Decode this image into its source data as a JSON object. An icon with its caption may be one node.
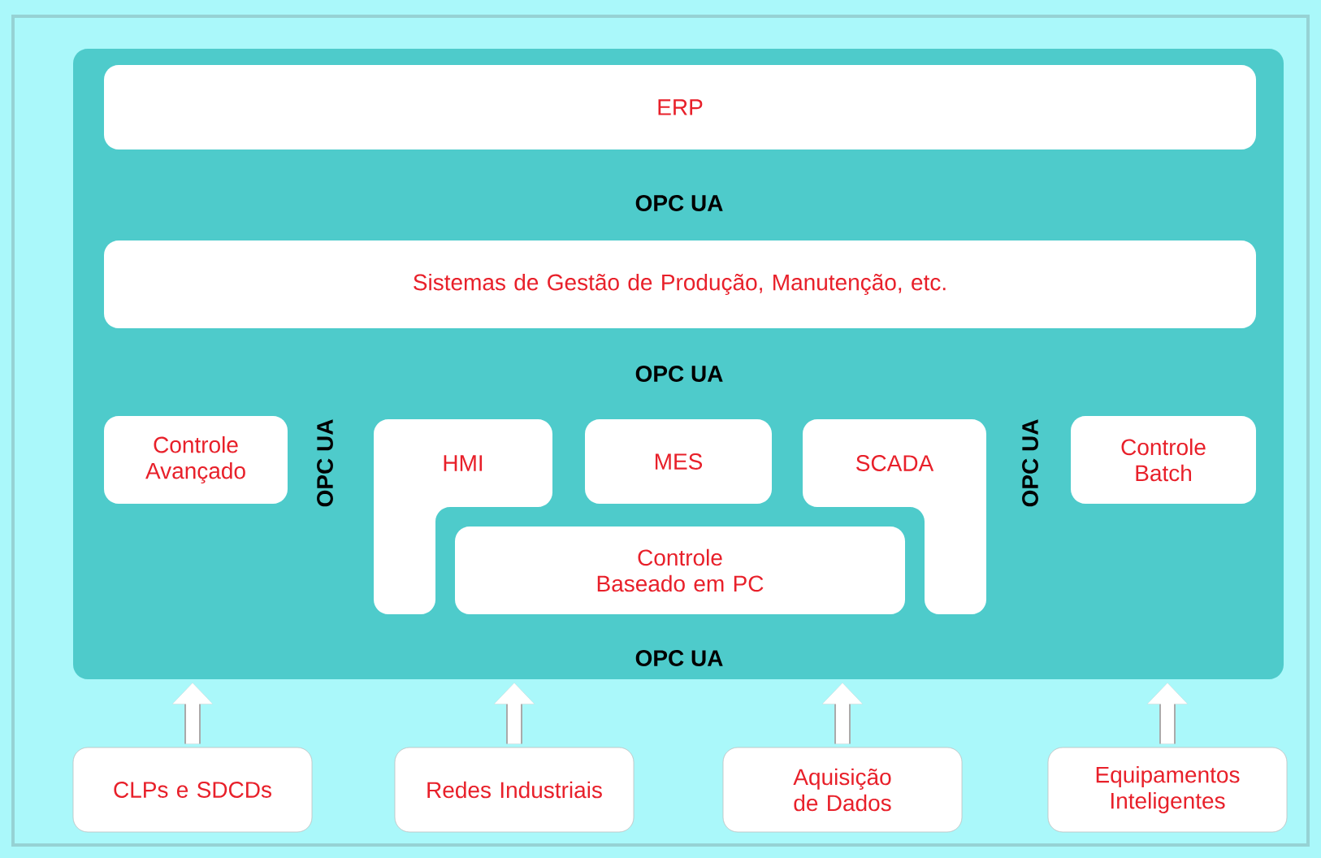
{
  "diagram": {
    "nodes": [
      {
        "text": [],
        "shape": "box"
      },
      {
        "text": [
          "ERP"
        ],
        "in": 0
      },
      {
        "text": [
          "Sistemas de Gestão de Produção, Manutenção, etc."
        ],
        "in": 0
      },
      {
        "text": [
          "Controle Avançado"
        ],
        "in": 0
      },
      {
        "text": [
          "HMI"
        ],
        "in": 0
      },
      {
        "text": [
          "MES"
        ],
        "in": 0
      },
      {
        "text": [
          "SCADA"
        ],
        "in": 0
      },
      {
        "text": [
          "Controle Baseado em PC"
        ],
        "in": 0
      },
      {
        "text": [
          "Controle Batch"
        ],
        "in": 0
      },
      {
        "text": [
          "CLPs e SDCDs"
        ]
      },
      {
        "text": [
          "Redes Industriais"
        ]
      },
      {
        "text": [
          "Aquisição de Dados"
        ]
      },
      {
        "text": [
          "Equipamentos Inteligentes"
        ]
      }
    ],
    "edges": [
      {
        "from": 9,
        "to": 0,
        "arrow": "to"
      },
      {
        "from": 10,
        "to": 0,
        "arrow": "to"
      },
      {
        "from": 11,
        "to": 0,
        "arrow": "to"
      },
      {
        "from": 12,
        "to": 0,
        "arrow": "to"
      }
    ],
    "labels": [
      "OPC UA",
      "OPC UA",
      "OPC UA",
      "OPC UA",
      "OPC UA"
    ]
  }
}
